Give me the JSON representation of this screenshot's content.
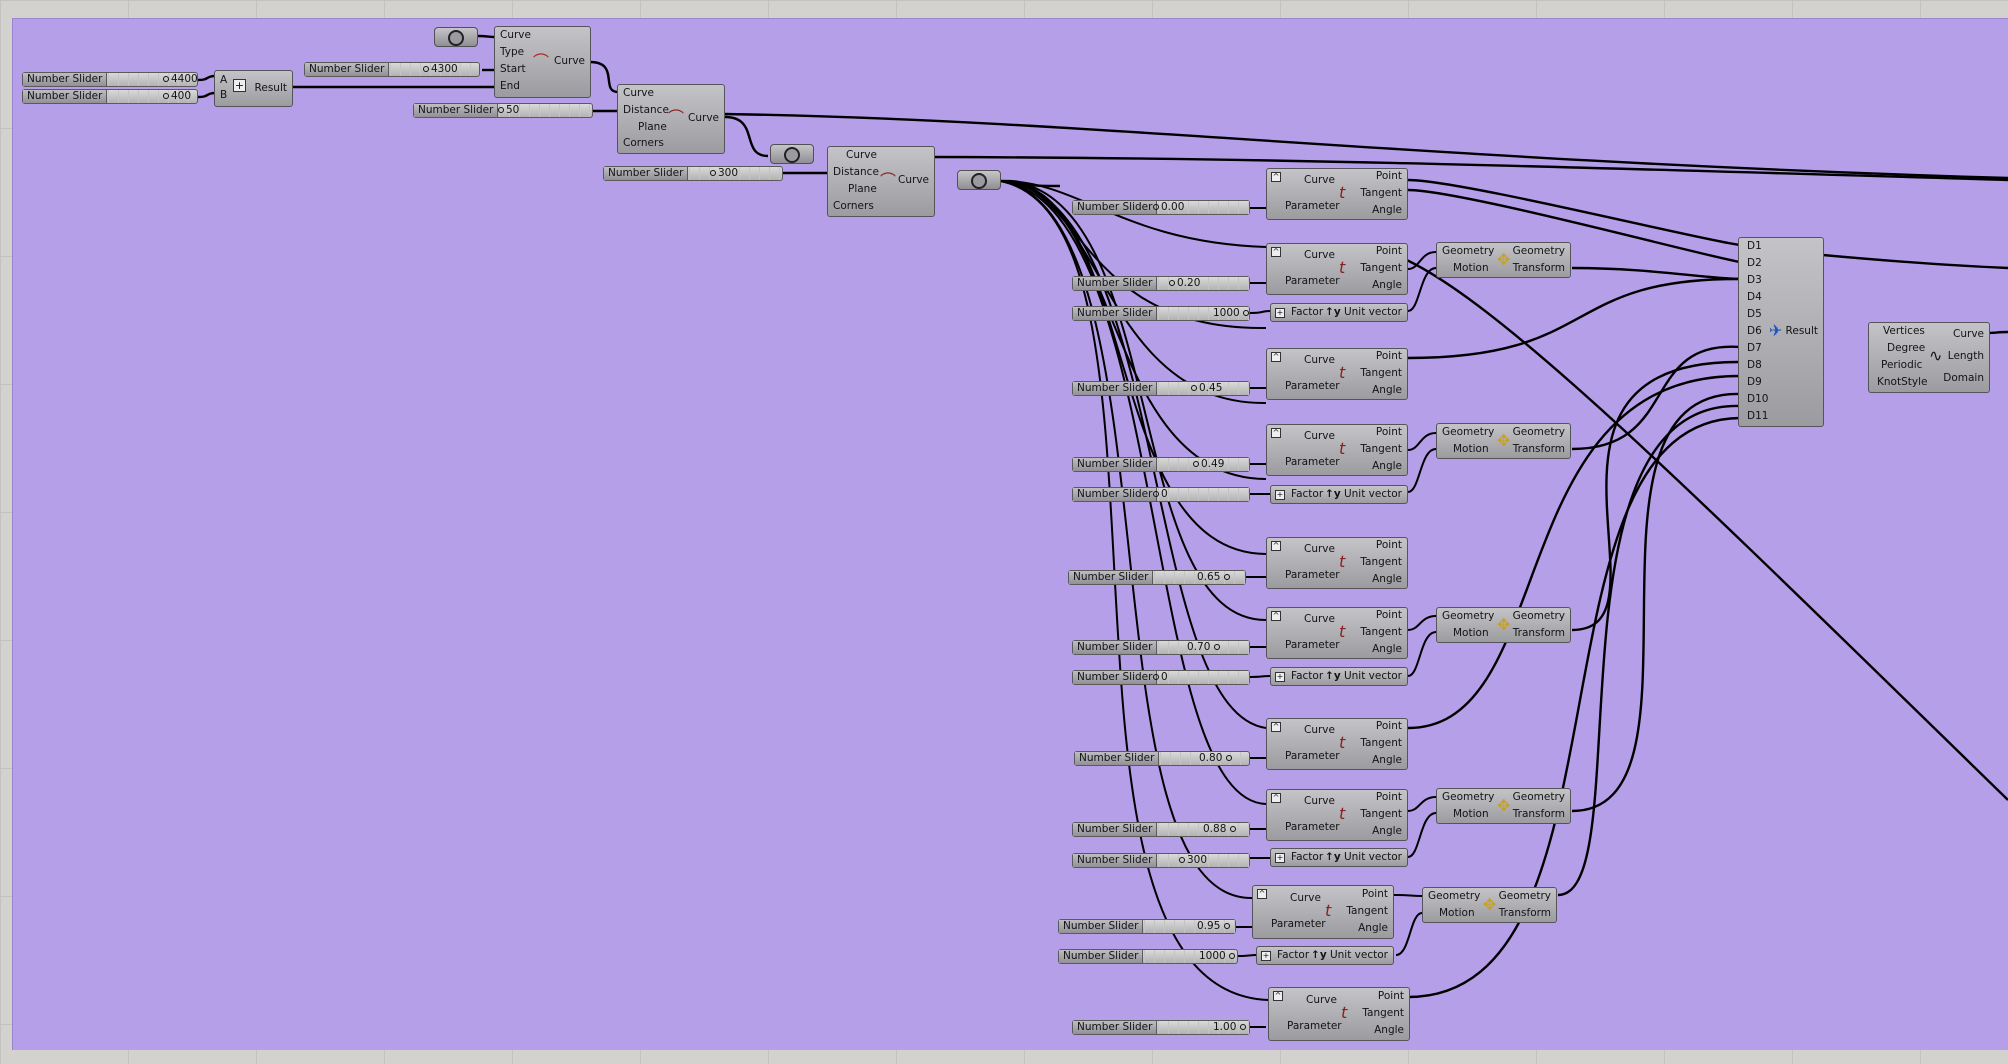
{
  "slider_label": "Number Slider",
  "sliders": [
    "4400",
    "400",
    "4300",
    "50",
    "300",
    "0.00",
    "0.20",
    "1000",
    "0.45",
    "0.49",
    "0",
    "0.65",
    "0.70",
    "0",
    "0.80",
    "0.88",
    "300",
    "0.95",
    "1000",
    "1.00"
  ],
  "addition": {
    "in_a": "A",
    "in_b": "B",
    "out": "Result",
    "icon": "plus-icon"
  },
  "line_sdl": {
    "inputs": [
      "Curve",
      "Type",
      "Start",
      "End"
    ],
    "out": "Curve"
  },
  "offset": {
    "inputs": [
      "Curve",
      "Distance",
      "Plane",
      "Corners"
    ],
    "out": "Curve"
  },
  "evaluate": {
    "in_curve": "Curve",
    "in_param": "Parameter",
    "outs": [
      "Point",
      "Tangent",
      "Angle"
    ]
  },
  "move": {
    "inputs": [
      "Geometry",
      "Motion"
    ],
    "outs": [
      "Geometry",
      "Transform"
    ]
  },
  "amplitude": {
    "in": "Factor",
    "out": "Unit vector",
    "icon_text": "y"
  },
  "merge": {
    "inputs": [
      "D1",
      "D2",
      "D3",
      "D4",
      "D5",
      "D6",
      "D7",
      "D8",
      "D9",
      "D10",
      "D11"
    ],
    "out": "Result"
  },
  "interpolate": {
    "inputs": [
      "Vertices",
      "Degree",
      "Periodic",
      "KnotStyle"
    ],
    "outs": [
      "Curve",
      "Length",
      "Domain"
    ]
  },
  "colors": {
    "group": "#b49fe8",
    "component": "#a3a3a8",
    "wire": "#000000"
  }
}
